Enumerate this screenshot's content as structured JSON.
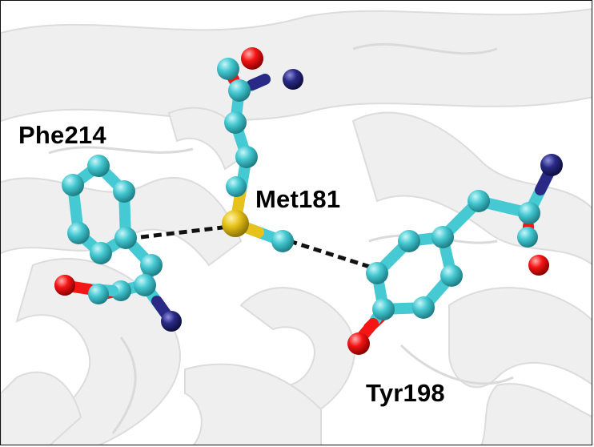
{
  "residue_labels": {
    "phe": "Phe214",
    "met": "Met181",
    "tyr": "Tyr198"
  },
  "colors": {
    "carbon": "#3fc6cf",
    "sulfur": "#e2be17",
    "oxygen": "#f50f0f",
    "nitrogen": "#25257a",
    "ribbon": "#ececec",
    "interaction_line": "#111111"
  }
}
